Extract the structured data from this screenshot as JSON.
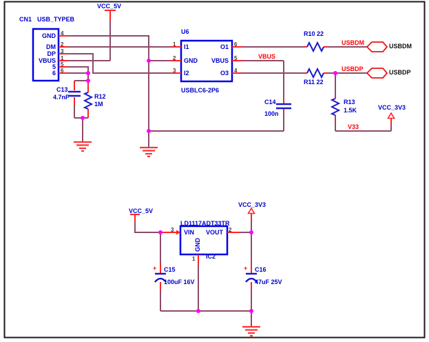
{
  "colors": {
    "wire": "#8D4A68",
    "pin_red": "#FF2222",
    "component_outline_blue": "#0000E6",
    "graphic_blue": "#1A1ACC",
    "text_blue": "#0000CC",
    "net_label_red": "#FF0000",
    "junction_magenta": "#FF00FF",
    "port_outline_red": "#E81515"
  },
  "power": {
    "vcc5v": "VCC_5V",
    "vcc3v3": "VCC_3V3"
  },
  "cn1": {
    "ref": "CN1",
    "part": "USB_TYPEB",
    "pins": [
      {
        "num": "4",
        "name": "GND"
      },
      {
        "num": "2",
        "name": "DM"
      },
      {
        "num": "3",
        "name": "DP"
      },
      {
        "num": "1",
        "name": "VBUS"
      },
      {
        "num": "5",
        "name": "5"
      },
      {
        "num": "6",
        "name": "6"
      }
    ]
  },
  "u6": {
    "ref": "U6",
    "part": "USBLC6-2P6",
    "left_pins": [
      {
        "num": "1",
        "name": "I1"
      },
      {
        "num": "2",
        "name": "GND"
      },
      {
        "num": "3",
        "name": "I2"
      }
    ],
    "right_pins": [
      {
        "num": "6",
        "name": "O1"
      },
      {
        "num": "5",
        "name": "VBUS"
      },
      {
        "num": "4",
        "name": "O3"
      }
    ]
  },
  "ic2": {
    "ref": "IC2",
    "part": "LD1117ADT33TR",
    "vin": {
      "num": "3",
      "label": "VIN"
    },
    "vout": {
      "num": "2",
      "label": "VOUT"
    },
    "gnd": {
      "num": "1",
      "label": "GND"
    }
  },
  "resistors": {
    "r10_label": "R10 22",
    "r11_label": "R11 22",
    "r12_ref": "R12",
    "r12_value": "1M",
    "r13_ref": "R13",
    "r13_value": "1.5K"
  },
  "capacitors": {
    "c13_ref": "C13",
    "c13_value": "4.7nF",
    "c14_ref": "C14",
    "c14_value": "100n",
    "c15_ref": "C15",
    "c15_value": "100uF 16V",
    "c15_plus": "+",
    "c16_ref": "C16",
    "c16_value": "47uF 25V",
    "c16_plus": "+"
  },
  "net_labels": {
    "vbus": "VBUS",
    "usbdm": "USBDM",
    "usbdp": "USBDP",
    "v33": "V33"
  },
  "ports": {
    "usbdm": "USBDM",
    "usbdp": "USBDP"
  }
}
